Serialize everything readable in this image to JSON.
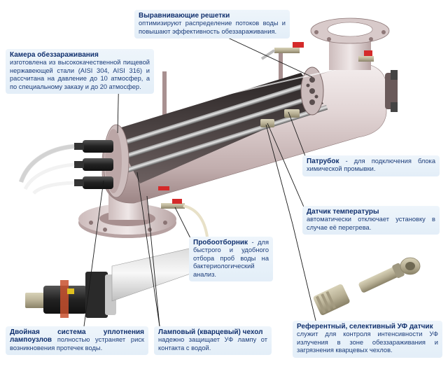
{
  "callouts": {
    "grids": {
      "title": "Выравнивающие решетки",
      "text": "оптимизируют распределение потоков воды и повышают эффективность обеззараживания."
    },
    "chamber": {
      "title": "Камера обеззараживания",
      "text": "изготовлена из высококачественной пищевой нержавеющей стали (AISI 304, AISI 316) и рассчитана на давление до 10 атмосфер, а по специальному заказу и до 20 атмосфер."
    },
    "nozzle": {
      "title": "Патрубок",
      "text": " - для подключения блока химической промывки."
    },
    "temp_sensor": {
      "title": "Датчик температуры",
      "text": "автоматически отключает установку в случае её перегрева."
    },
    "sampler": {
      "title": "Пробоотборник",
      "text": " - для быстрого и удобного отбора проб воды на бактериологический анализ."
    },
    "seal": {
      "title": "Двойная система уплотнения лампоузлов",
      "text": " полностью устраняет риск возникновения протечек воды."
    },
    "sleeve": {
      "title": "Ламповый (кварцевый) чехол",
      "text": "надежно защищает УФ лампу от контакта с водой."
    },
    "uv_sensor": {
      "title": "Референтный, селективный УФ датчик",
      "text": "служит для контроля интенсивности УФ излучения в зоне обеззараживания и загрязнения кварцевых чехлов."
    }
  },
  "colors": {
    "callout_bg": "#e6f0f9",
    "callout_text": "#1c3d7a",
    "steel_light": "#e9dede",
    "steel_mid": "#cbb8b8",
    "steel_dark": "#8e7878",
    "valve_red": "#d42a2a",
    "hose_white": "#f2f2f2",
    "leader_line": "#1a1a1a"
  }
}
